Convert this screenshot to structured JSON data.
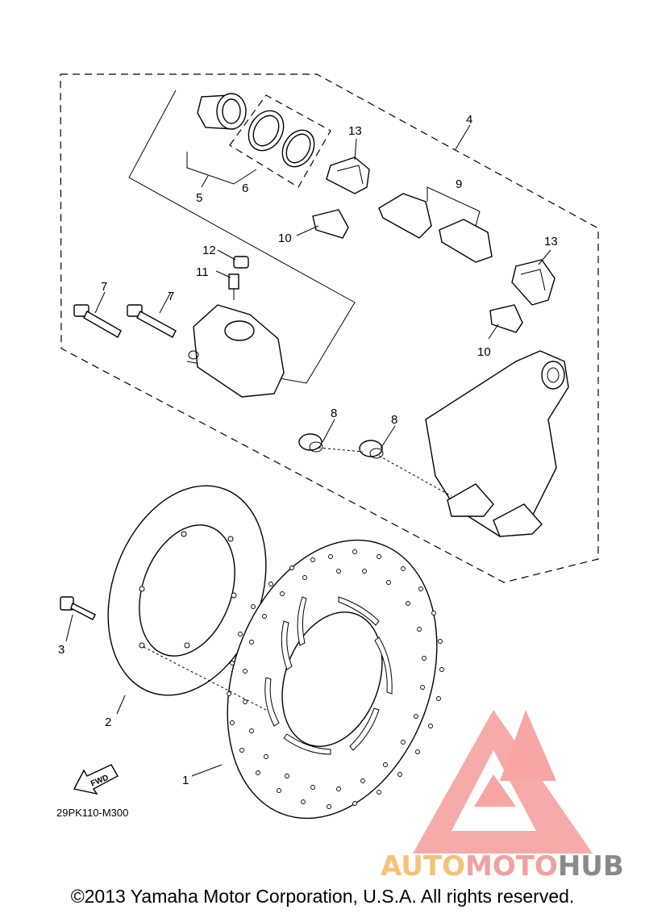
{
  "diagram": {
    "callouts": [
      "1",
      "2",
      "3",
      "4",
      "5",
      "6",
      "7",
      "7",
      "8",
      "8",
      "9",
      "10",
      "10",
      "11",
      "12",
      "13",
      "13"
    ],
    "fwd_label": "FWD",
    "ref_code": "29PK110-M300"
  },
  "watermark": {
    "part1": "AUTO",
    "part2": "MOTO",
    "part3": "HUB",
    "colors": {
      "auto": "#f5c27a",
      "moto": "#f2a0a0",
      "hub": "#8a8a8a",
      "logo": "#f7a5a5"
    }
  },
  "footer": {
    "copyright": "©2013 Yamaha Motor Corporation, U.S.A. All rights reserved."
  }
}
